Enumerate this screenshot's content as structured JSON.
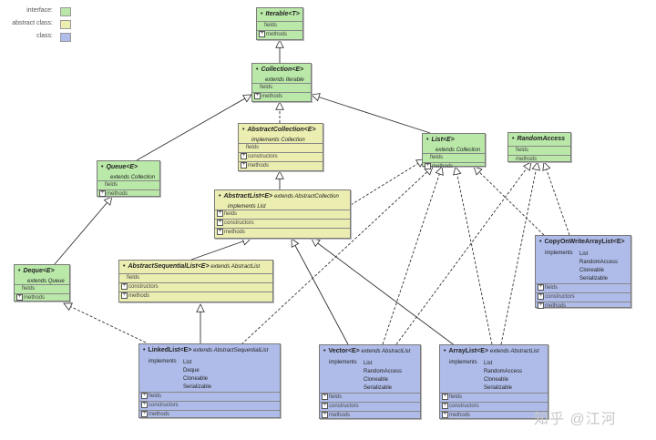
{
  "legend": [
    {
      "label": "interface:",
      "color": "#b9e8a8"
    },
    {
      "label": "abstract class:",
      "color": "#ecedb0"
    },
    {
      "label": "class:",
      "color": "#afbce9"
    }
  ],
  "labels": {
    "fields": "fields",
    "constructors": "constructors",
    "methods": "methods"
  },
  "nodes": {
    "iterable": {
      "name": "Iterable<T>"
    },
    "collection": {
      "name": "Collection<E>",
      "extends_kw": "extends",
      "extends": "Iterable"
    },
    "abstract_collection": {
      "name": "AbstractCollection<E>",
      "implements_kw": "implements",
      "implements": "Collection"
    },
    "list": {
      "name": "List<E>",
      "extends_kw": "extends",
      "extends": "Collection"
    },
    "random_access": {
      "name": "RandomAccess"
    },
    "queue": {
      "name": "Queue<E>",
      "extends_kw": "extends",
      "extends": "Collection"
    },
    "abstract_list": {
      "name": "AbstractList<E>",
      "extends_kw": "extends",
      "extends": "AbstractCollection",
      "implements_kw": "implements",
      "implements": "List"
    },
    "deque": {
      "name": "Deque<E>",
      "extends_kw": "extends",
      "extends": "Queue"
    },
    "abstract_sequential_list": {
      "name": "AbstractSequentialList<E>",
      "extends_kw": "extends",
      "extends": "AbstractList"
    },
    "copy_on_write": {
      "name": "CopyOnWriteArrayList<E>",
      "implements_kw": "implements",
      "implements": [
        "List",
        "RandomAccess",
        "Cloneable",
        "Serializable"
      ]
    },
    "linked_list": {
      "name": "LinkedList<E>",
      "extends_kw": "extends",
      "extends": "AbstractSequentialList",
      "implements_kw": "implements",
      "implements": [
        "List",
        "Deque",
        "Cloneable",
        "Serializable"
      ]
    },
    "vector": {
      "name": "Vector<E>",
      "extends_kw": "extends",
      "extends": "AbstractList",
      "implements_kw": "implements",
      "implements": [
        "List",
        "RandomAccess",
        "Cloneable",
        "Serializable"
      ]
    },
    "array_list": {
      "name": "ArrayList<E>",
      "extends_kw": "extends",
      "extends": "AbstractList",
      "implements_kw": "implements",
      "implements": [
        "List",
        "RandomAccess",
        "Cloneable",
        "Serializable"
      ]
    }
  },
  "watermark": "知乎 @江河"
}
